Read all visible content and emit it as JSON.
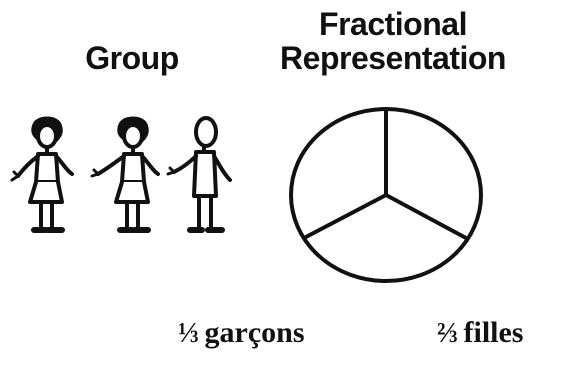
{
  "group_heading": "Group",
  "fraction_heading": {
    "line1": "Fractional",
    "line2": "Representation"
  },
  "captions": {
    "boys": {
      "fraction": "⅓",
      "label": "garçons"
    },
    "girls": {
      "fraction": "⅔",
      "label": "filles"
    }
  },
  "figures": [
    {
      "type": "girl"
    },
    {
      "type": "girl"
    },
    {
      "type": "boy"
    }
  ],
  "pie": {
    "slices": 3
  }
}
